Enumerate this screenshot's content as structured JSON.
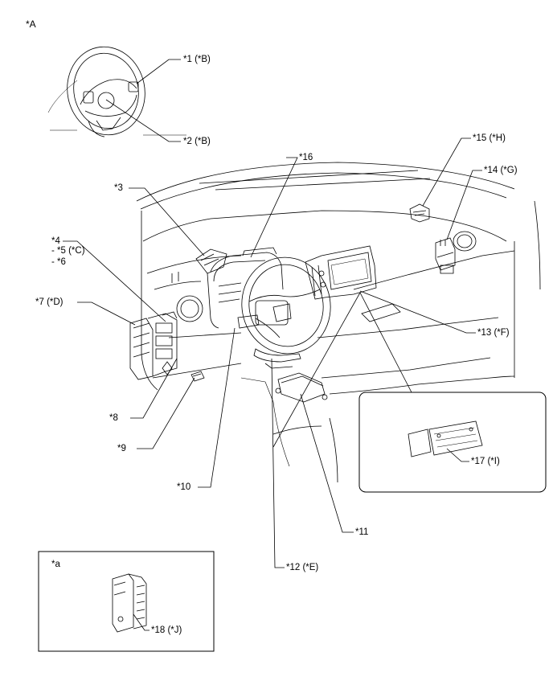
{
  "figure_label": "*A",
  "callouts": {
    "c1": "*1 (*B)",
    "c2": "*2 (*B)",
    "c3": "*3",
    "c4": "*4",
    "c5": "- *5 (*C)",
    "c6": "- *6",
    "c7": "*7 (*D)",
    "c8": "*8",
    "c9": "*9",
    "c10": "*10",
    "c11": "*11",
    "c12": "*12 (*E)",
    "c13": "*13 (*F)",
    "c14": "*14 (*G)",
    "c15": "*15 (*H)",
    "c16": "*16",
    "c17": "*17 (*I)",
    "c18": "*18 (*J)"
  },
  "inset_label": "*a"
}
